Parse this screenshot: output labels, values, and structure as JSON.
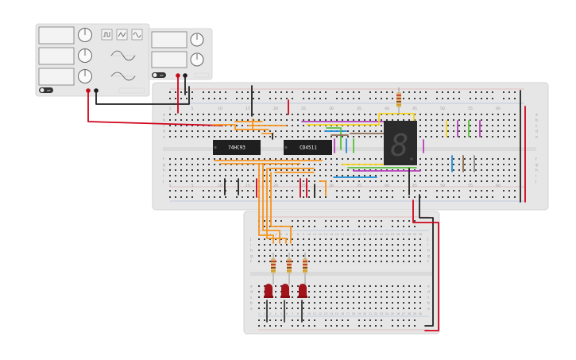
{
  "instruments": {
    "generator": {
      "wave_buttons": [
        "square-wave-icon",
        "triangle-wave-icon",
        "sine-wave-icon"
      ],
      "switch_label": "OFF"
    },
    "power_supply": {
      "switch_label": "OFF"
    }
  },
  "chips": {
    "counter": {
      "label": "74HC93"
    },
    "decoder": {
      "label": "CD4511"
    }
  },
  "display": {
    "digit": "8"
  },
  "breadboard_main": {
    "row_letters_top": [
      "a",
      "b",
      "c",
      "d",
      "e"
    ],
    "row_letters_bottom": [
      "f",
      "g",
      "h",
      "i",
      "j"
    ],
    "column_numbers": [
      "1",
      "5",
      "10",
      "15",
      "20",
      "25",
      "30",
      "35",
      "40",
      "45",
      "50",
      "55",
      "60"
    ]
  },
  "breadboard_small": {
    "row_letters": [
      "j",
      "i",
      "h",
      "g",
      "f",
      "e",
      "d",
      "c",
      "b",
      "a"
    ],
    "column_numbers": [
      "1",
      "2",
      "3",
      "4",
      "5",
      "6",
      "7",
      "8",
      "9",
      "10",
      "11",
      "12",
      "13",
      "14",
      "15",
      "16",
      "17",
      "18",
      "19",
      "20",
      "21",
      "22",
      "23",
      "24",
      "25",
      "26",
      "27",
      "28",
      "29",
      "30"
    ]
  },
  "colors": {
    "wire_orange": "#f7941d",
    "wire_red": "#d0021b",
    "wire_black": "#222222",
    "wire_purple": "#b83dba",
    "wire_yellow": "#f5d31d",
    "wire_green": "#59c13a",
    "wire_blue": "#1e8bd8",
    "wire_brown": "#8b6a4f",
    "wire_gray": "#8a8a8a",
    "led_red": "#a3141a",
    "board": "#e9e9e9"
  }
}
